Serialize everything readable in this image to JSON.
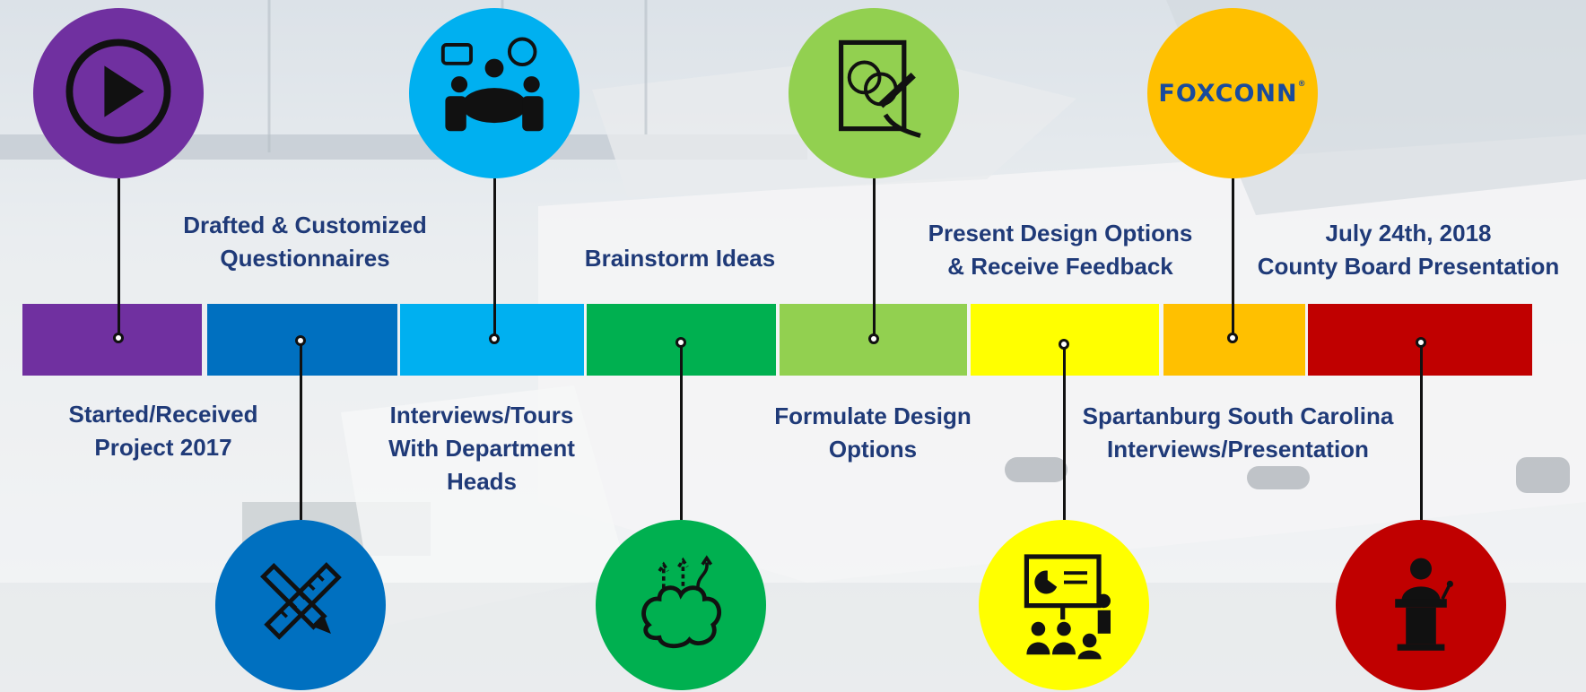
{
  "colors": {
    "purple": "#7030a0",
    "blue": "#0070c0",
    "cyan": "#00b0f0",
    "green": "#00b050",
    "lightgreen": "#92d050",
    "yellow": "#ffff00",
    "orange": "#ffc000",
    "red": "#c00000",
    "label": "#1f3a78"
  },
  "segments": [
    {
      "color": "#7030a0"
    },
    {
      "color": "#0070c0"
    },
    {
      "color": "#00b0f0"
    },
    {
      "color": "#00b050"
    },
    {
      "color": "#92d050"
    },
    {
      "color": "#ffff00"
    },
    {
      "color": "#ffc000"
    },
    {
      "color": "#c00000"
    }
  ],
  "milestones": [
    {
      "icon": "play-icon",
      "lines": [
        "Started/Received",
        "Project 2017"
      ]
    },
    {
      "icon": "pencil-ruler-icon",
      "lines": [
        "Drafted & Customized",
        "Questionnaires"
      ]
    },
    {
      "icon": "meeting-icon",
      "lines": [
        "Interviews/Tours",
        "With Department",
        "Heads"
      ]
    },
    {
      "icon": "brain-icon",
      "lines": [
        "Brainstorm Ideas"
      ]
    },
    {
      "icon": "design-sketch-icon",
      "lines": [
        "Formulate Design",
        "Options"
      ]
    },
    {
      "icon": "presentation-icon",
      "lines": [
        "Present Design Options",
        "& Receive Feedback"
      ]
    },
    {
      "icon": "foxconn-logo",
      "logo_text": "FOXCONN",
      "lines": [
        "Spartanburg South Carolina",
        "Interviews/Presentation"
      ]
    },
    {
      "icon": "podium-icon",
      "lines": [
        "July 24th, 2018",
        "County Board Presentation"
      ]
    }
  ]
}
